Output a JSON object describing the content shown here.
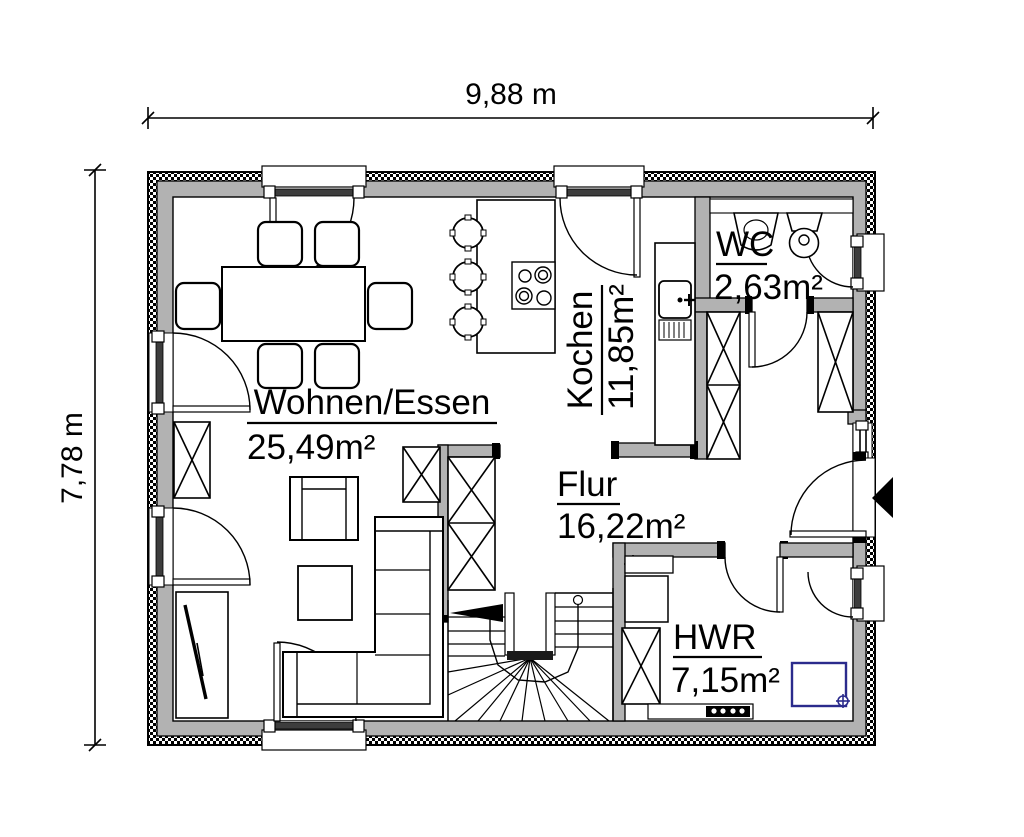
{
  "plan": {
    "dimensions": {
      "width_label": "9,88 m",
      "height_label": "7,78 m"
    },
    "rooms": [
      {
        "id": "wohnen_essen",
        "name": "Wohnen/Essen",
        "area": "25,49m²"
      },
      {
        "id": "kochen",
        "name": "Kochen",
        "area": "11,85m²"
      },
      {
        "id": "wc",
        "name": "WC",
        "area": "2,63m²"
      },
      {
        "id": "flur",
        "name": "Flur",
        "area": "16,22m²"
      },
      {
        "id": "hwr",
        "name": "HWR",
        "area": "7,15m²"
      }
    ],
    "colors": {
      "wall_fill": "#b2b2b2",
      "line": "#000000",
      "floor": "#ffffff",
      "appliance_accent": "#2b2b8c"
    }
  }
}
